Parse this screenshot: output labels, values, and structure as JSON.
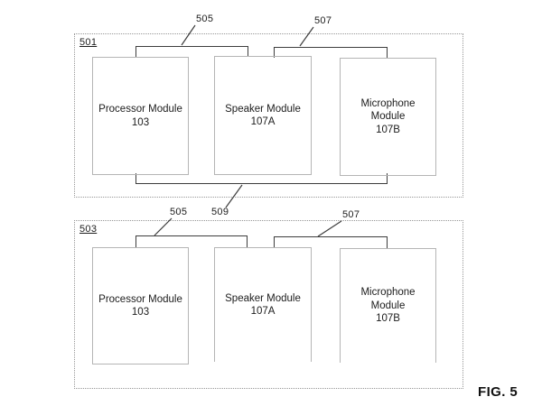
{
  "figure": {
    "label": "FIG. 5"
  },
  "colors": {
    "background": "#ffffff",
    "outer_box_border": "#979797",
    "module_box_border": "#b5b5b5",
    "connector": "#3d3d3d",
    "text": "#1c1c1c"
  },
  "diagrams": [
    {
      "id": "501",
      "modules": [
        {
          "name": "processor-module",
          "lines": [
            "Processor Module",
            "103"
          ]
        },
        {
          "name": "speaker-module",
          "lines": [
            "Speaker Module",
            "107A"
          ]
        },
        {
          "name": "microphone-module",
          "lines": [
            "Microphone",
            "Module",
            "107B"
          ]
        }
      ],
      "callouts": {
        "left_bracket": "505",
        "right_bracket": "507",
        "bottom_bus": "509"
      }
    },
    {
      "id": "503",
      "modules": [
        {
          "name": "processor-module",
          "lines": [
            "Processor Module",
            "103"
          ]
        },
        {
          "name": "speaker-module",
          "lines": [
            "Speaker Module",
            "107A"
          ]
        },
        {
          "name": "microphone-module",
          "lines": [
            "Microphone",
            "Module",
            "107B"
          ]
        }
      ],
      "callouts": {
        "left_bracket": "505",
        "right_bracket": "507"
      }
    }
  ]
}
